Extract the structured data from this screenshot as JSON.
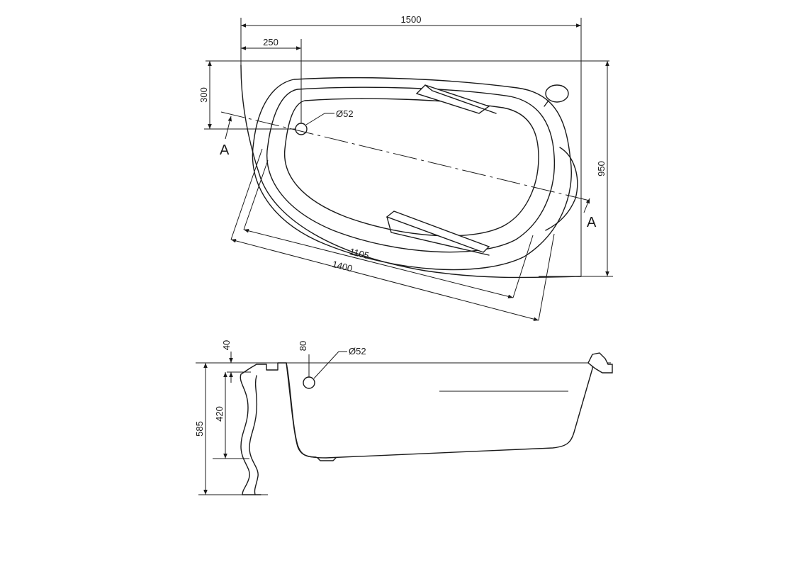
{
  "plan_view": {
    "dim_overall_length": "1500",
    "dim_drain_offset_x": "250",
    "dim_drain_offset_y": "300",
    "dim_overall_width": "950",
    "dim_inner_length": "1105",
    "dim_outer_length": "1400",
    "drain_diameter": "Ø52",
    "section_label_left": "A",
    "section_label_right": "A"
  },
  "side_view": {
    "dim_rim_thickness": "40",
    "dim_overflow_offset": "80",
    "overflow_diameter": "Ø52",
    "dim_panel_height": "420",
    "dim_total_height": "585"
  }
}
